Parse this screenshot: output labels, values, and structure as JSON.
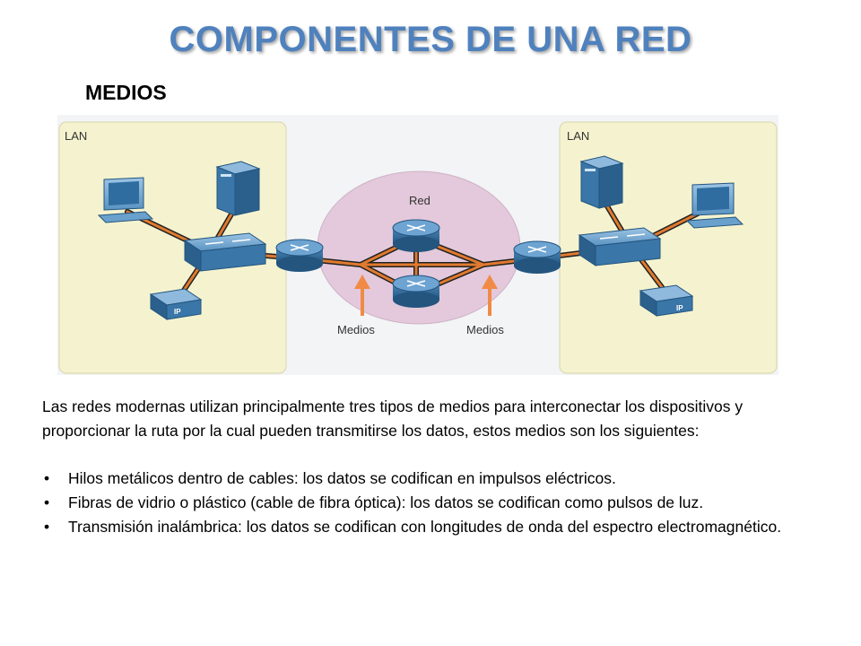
{
  "title": "COMPONENTES DE UNA RED",
  "subtitle": "MEDIOS",
  "diagram": {
    "lan_left_label": "LAN",
    "lan_right_label": "LAN",
    "network_label": "Red",
    "media_label_left": "Medios",
    "media_label_right": "Medios",
    "ip_phone_label": "IP",
    "colors": {
      "lan_fill": "#f5f3cf",
      "network_fill": "#e3c9db",
      "link": "#c04a0b",
      "arrow": "#f08a46",
      "device": "#3a76a8"
    }
  },
  "paragraph": "Las redes modernas utilizan principalmente tres tipos de medios para interconectar los dispositivos y proporcionar la ruta por la cual pueden transmitirse los datos, estos medios son los siguientes:",
  "bullets": [
    "Hilos metálicos dentro de cables: los datos se codifican en impulsos eléctricos.",
    "Fibras de vidrio o plástico (cable de fibra óptica): los datos se codifican como pulsos de luz.",
    "Transmisión inalámbrica: los datos se codifican con longitudes de onda del espectro electromagnético."
  ]
}
